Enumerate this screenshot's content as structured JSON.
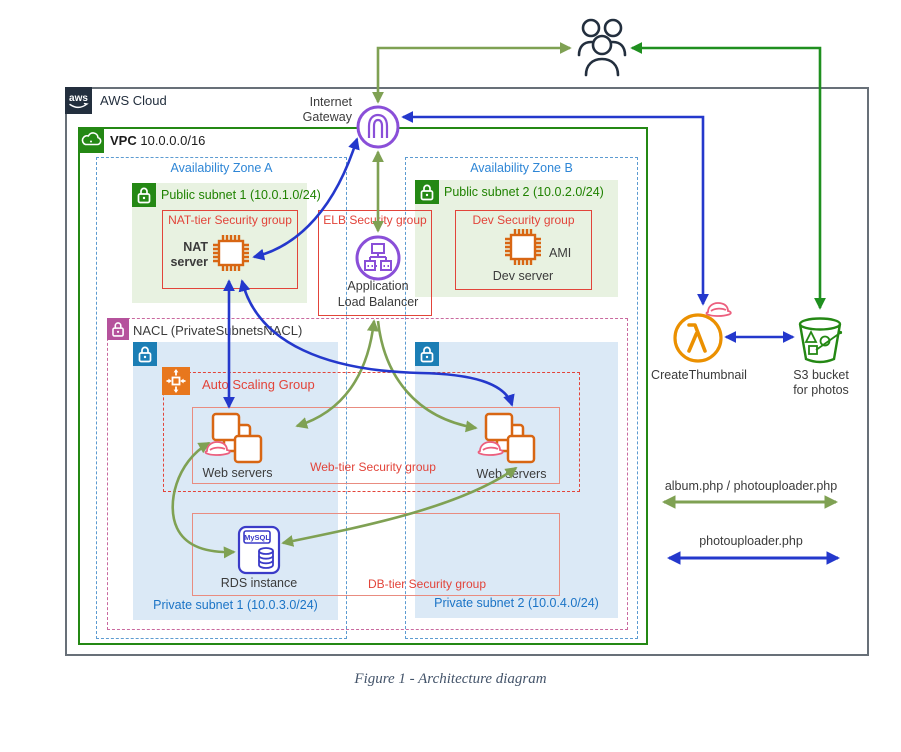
{
  "aws_cloud": {
    "logo_text": "aws",
    "label": "AWS Cloud"
  },
  "vpc": {
    "name": "VPC",
    "cidr": "10.0.0.0/16"
  },
  "availability_zones": {
    "a": "Availability Zone A",
    "b": "Availability Zone B"
  },
  "subnets": {
    "public1": "Public subnet 1 (10.0.1.0/24)",
    "public2": "Public subnet 2 (10.0.2.0/24)",
    "private1": "Private subnet 1 (10.0.3.0/24)",
    "private2": "Private subnet 2 (10.0.4.0/24)"
  },
  "security_groups": {
    "nat": "NAT-tier Security group",
    "elb": "ELB Security group",
    "dev": "Dev Security group",
    "web": "Web-tier Security group",
    "db": "DB-tier Security group"
  },
  "nacl_label": "NACL (PrivateSubnetsNACL)",
  "asg_label": "Auto Scaling Group",
  "nodes": {
    "internet_gateway": {
      "line1": "Internet",
      "line2": "Gateway"
    },
    "nat_server": {
      "line1": "NAT",
      "line2": "server"
    },
    "alb": {
      "line1": "Application",
      "line2": "Load Balancer"
    },
    "dev_server": {
      "label": "Dev server",
      "badge": "AMI"
    },
    "web_servers_left": "Web servers",
    "web_servers_right": "Web servers",
    "rds": {
      "label": "RDS instance",
      "engine": "MySQL"
    },
    "lambda_fn": "CreateThumbnail",
    "s3": {
      "line1": "S3 bucket",
      "line2": "for photos"
    }
  },
  "legend": {
    "green_label": "album.php / photouploader.php",
    "blue_label": "photouploader.php"
  },
  "caption": "Figure 1 - Architecture diagram",
  "colors": {
    "arrow_blue": "#2438cc",
    "arrow_olive": "#7fa153",
    "arrow_green": "#1f8f1f",
    "aws_dark": "#232f3e",
    "vpc_green": "#248814",
    "public_subnet_fill": "#e8f2e1",
    "private_subnet_fill": "#dbe9f6",
    "security_group_red": "#e2443a",
    "security_group_salmon": "#e98c80",
    "nacl_pink": "#c9699f",
    "az_blue": "#5c9bd1",
    "ec2_orange": "#d86613",
    "lambda_orange": "#eb9000",
    "rds_indigo": "#3b3bc8",
    "network_purple": "#8a4fd8",
    "hat_pink": "#ec5f7e",
    "lock_blue": "#1b7eb5"
  }
}
